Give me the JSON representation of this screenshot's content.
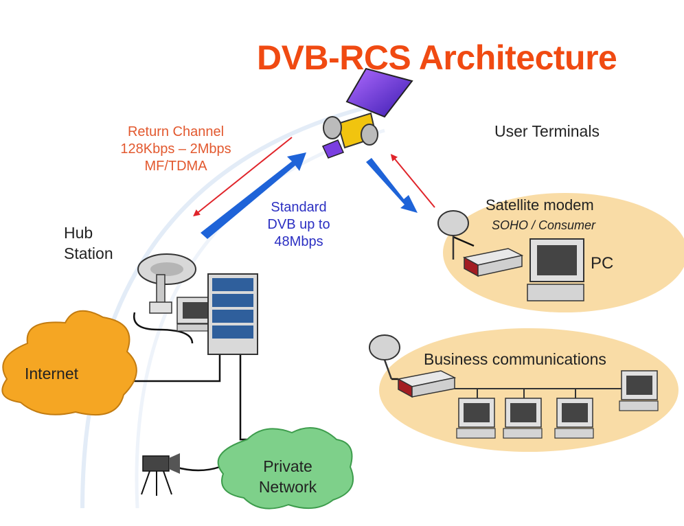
{
  "title": "DVB-RCS Architecture",
  "return_channel": {
    "line1": "Return Channel",
    "line2": "128Kbps – 2Mbps",
    "line3": "MF/TDMA"
  },
  "forward_channel": {
    "line1": "Standard",
    "line2": "DVB up to",
    "line3": "48Mbps"
  },
  "hub_station": {
    "line1": "Hub",
    "line2": "Station"
  },
  "user_terminals": "User Terminals",
  "satellite_modem": "Satellite modem",
  "soho_consumer": "SOHO / Consumer",
  "pc": "PC",
  "business_communications": "Business communications",
  "internet": "Internet",
  "private_network": {
    "line1": "Private",
    "line2": "Network"
  },
  "colors": {
    "title": "#f04a12",
    "return_channel_text": "#e2582e",
    "forward_channel_text": "#2b2fc2",
    "return_arrow": "#e0242a",
    "forward_arrow": "#1e63d8",
    "internet_cloud": "#f5a623",
    "private_cloud": "#7ed08a",
    "terminal_oval": "#f9dca6"
  }
}
